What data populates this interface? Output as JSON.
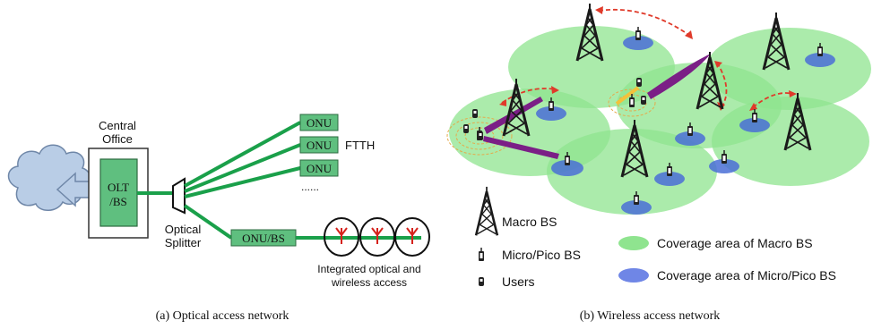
{
  "panel_a": {
    "central_office_line1": "Central",
    "central_office_line2": "Office",
    "olt_line1": "OLT",
    "olt_line2": "/BS",
    "splitter_line1": "Optical",
    "splitter_line2": "Splitter",
    "onu_label": "ONU",
    "ftth_label": "FTTH",
    "ellipsis": "......",
    "onu_bs_label": "ONU/BS",
    "integrated_line1": "Integrated optical and",
    "integrated_line2": "wireless access",
    "caption": "(a) Optical access network"
  },
  "panel_b": {
    "legend": {
      "macro_bs": "Macro BS",
      "micro_pico_bs": "Micro/Pico BS",
      "users": "Users",
      "coverage_macro": "Coverage area of Macro BS",
      "coverage_micro": "Coverage area of Micro/Pico BS"
    },
    "caption": "(b) Wireless access network"
  },
  "colors": {
    "fiber_green": "#1aa04a",
    "box_green": "#5fbf7f",
    "macro_coverage": "#8fe48f",
    "micro_coverage": "#4a6fd6",
    "beam_purple": "#7b1f86",
    "link_red": "#e03a2a",
    "cloud_blue": "#b9cde6"
  }
}
